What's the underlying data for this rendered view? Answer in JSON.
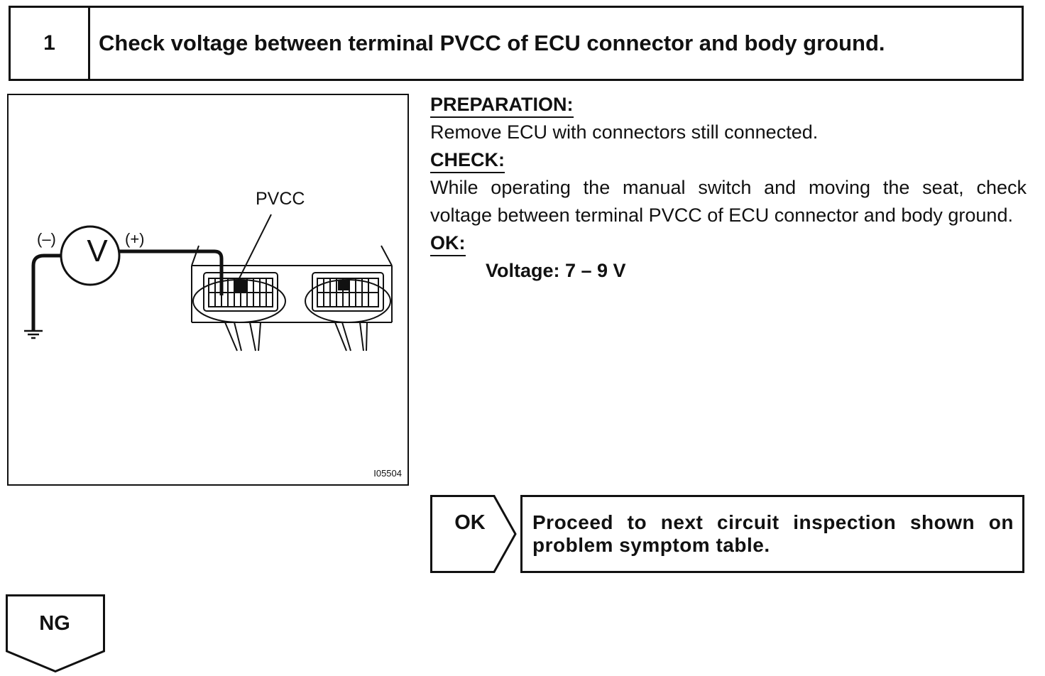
{
  "step": {
    "number": "1",
    "title": "Check voltage between terminal PVCC of ECU connector and body ground."
  },
  "figure": {
    "terminal_label": "PVCC",
    "meter_symbol": "V",
    "negative_lead": "(–)",
    "positive_lead": "(+)",
    "code": "I05504"
  },
  "instructions": {
    "preparation_heading": "PREPARATION:",
    "preparation_text": "Remove ECU with connectors still connected.",
    "check_heading": "CHECK:",
    "check_text": "While operating the manual switch and moving the seat, check voltage between terminal PVCC of ECU connector and body ground.",
    "ok_heading": "OK:",
    "ok_value": "Voltage: 7 – 9 V"
  },
  "result_ok": {
    "label": "OK",
    "action": "Proceed to next circuit inspection shown on problem symptom table."
  },
  "result_ng": {
    "label": "NG"
  }
}
